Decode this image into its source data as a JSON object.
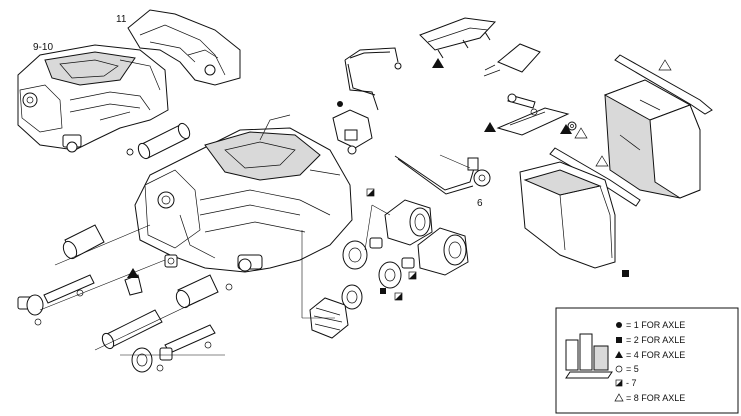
{
  "callouts": {
    "caliper_label": "9-10",
    "bracket_label": "11",
    "cable_label": "6"
  },
  "legend": {
    "items": [
      {
        "symbol": "filled-circle",
        "text": "= 1  FOR AXLE"
      },
      {
        "symbol": "filled-square",
        "text": "= 2  FOR AXLE"
      },
      {
        "symbol": "filled-triangle",
        "text": "= 4  FOR AXLE"
      },
      {
        "symbol": "open-circle",
        "text": "= 5"
      },
      {
        "symbol": "half-square",
        "text": "- 7"
      },
      {
        "symbol": "open-triangle",
        "text": "= 8  FOR AXLE"
      }
    ]
  }
}
